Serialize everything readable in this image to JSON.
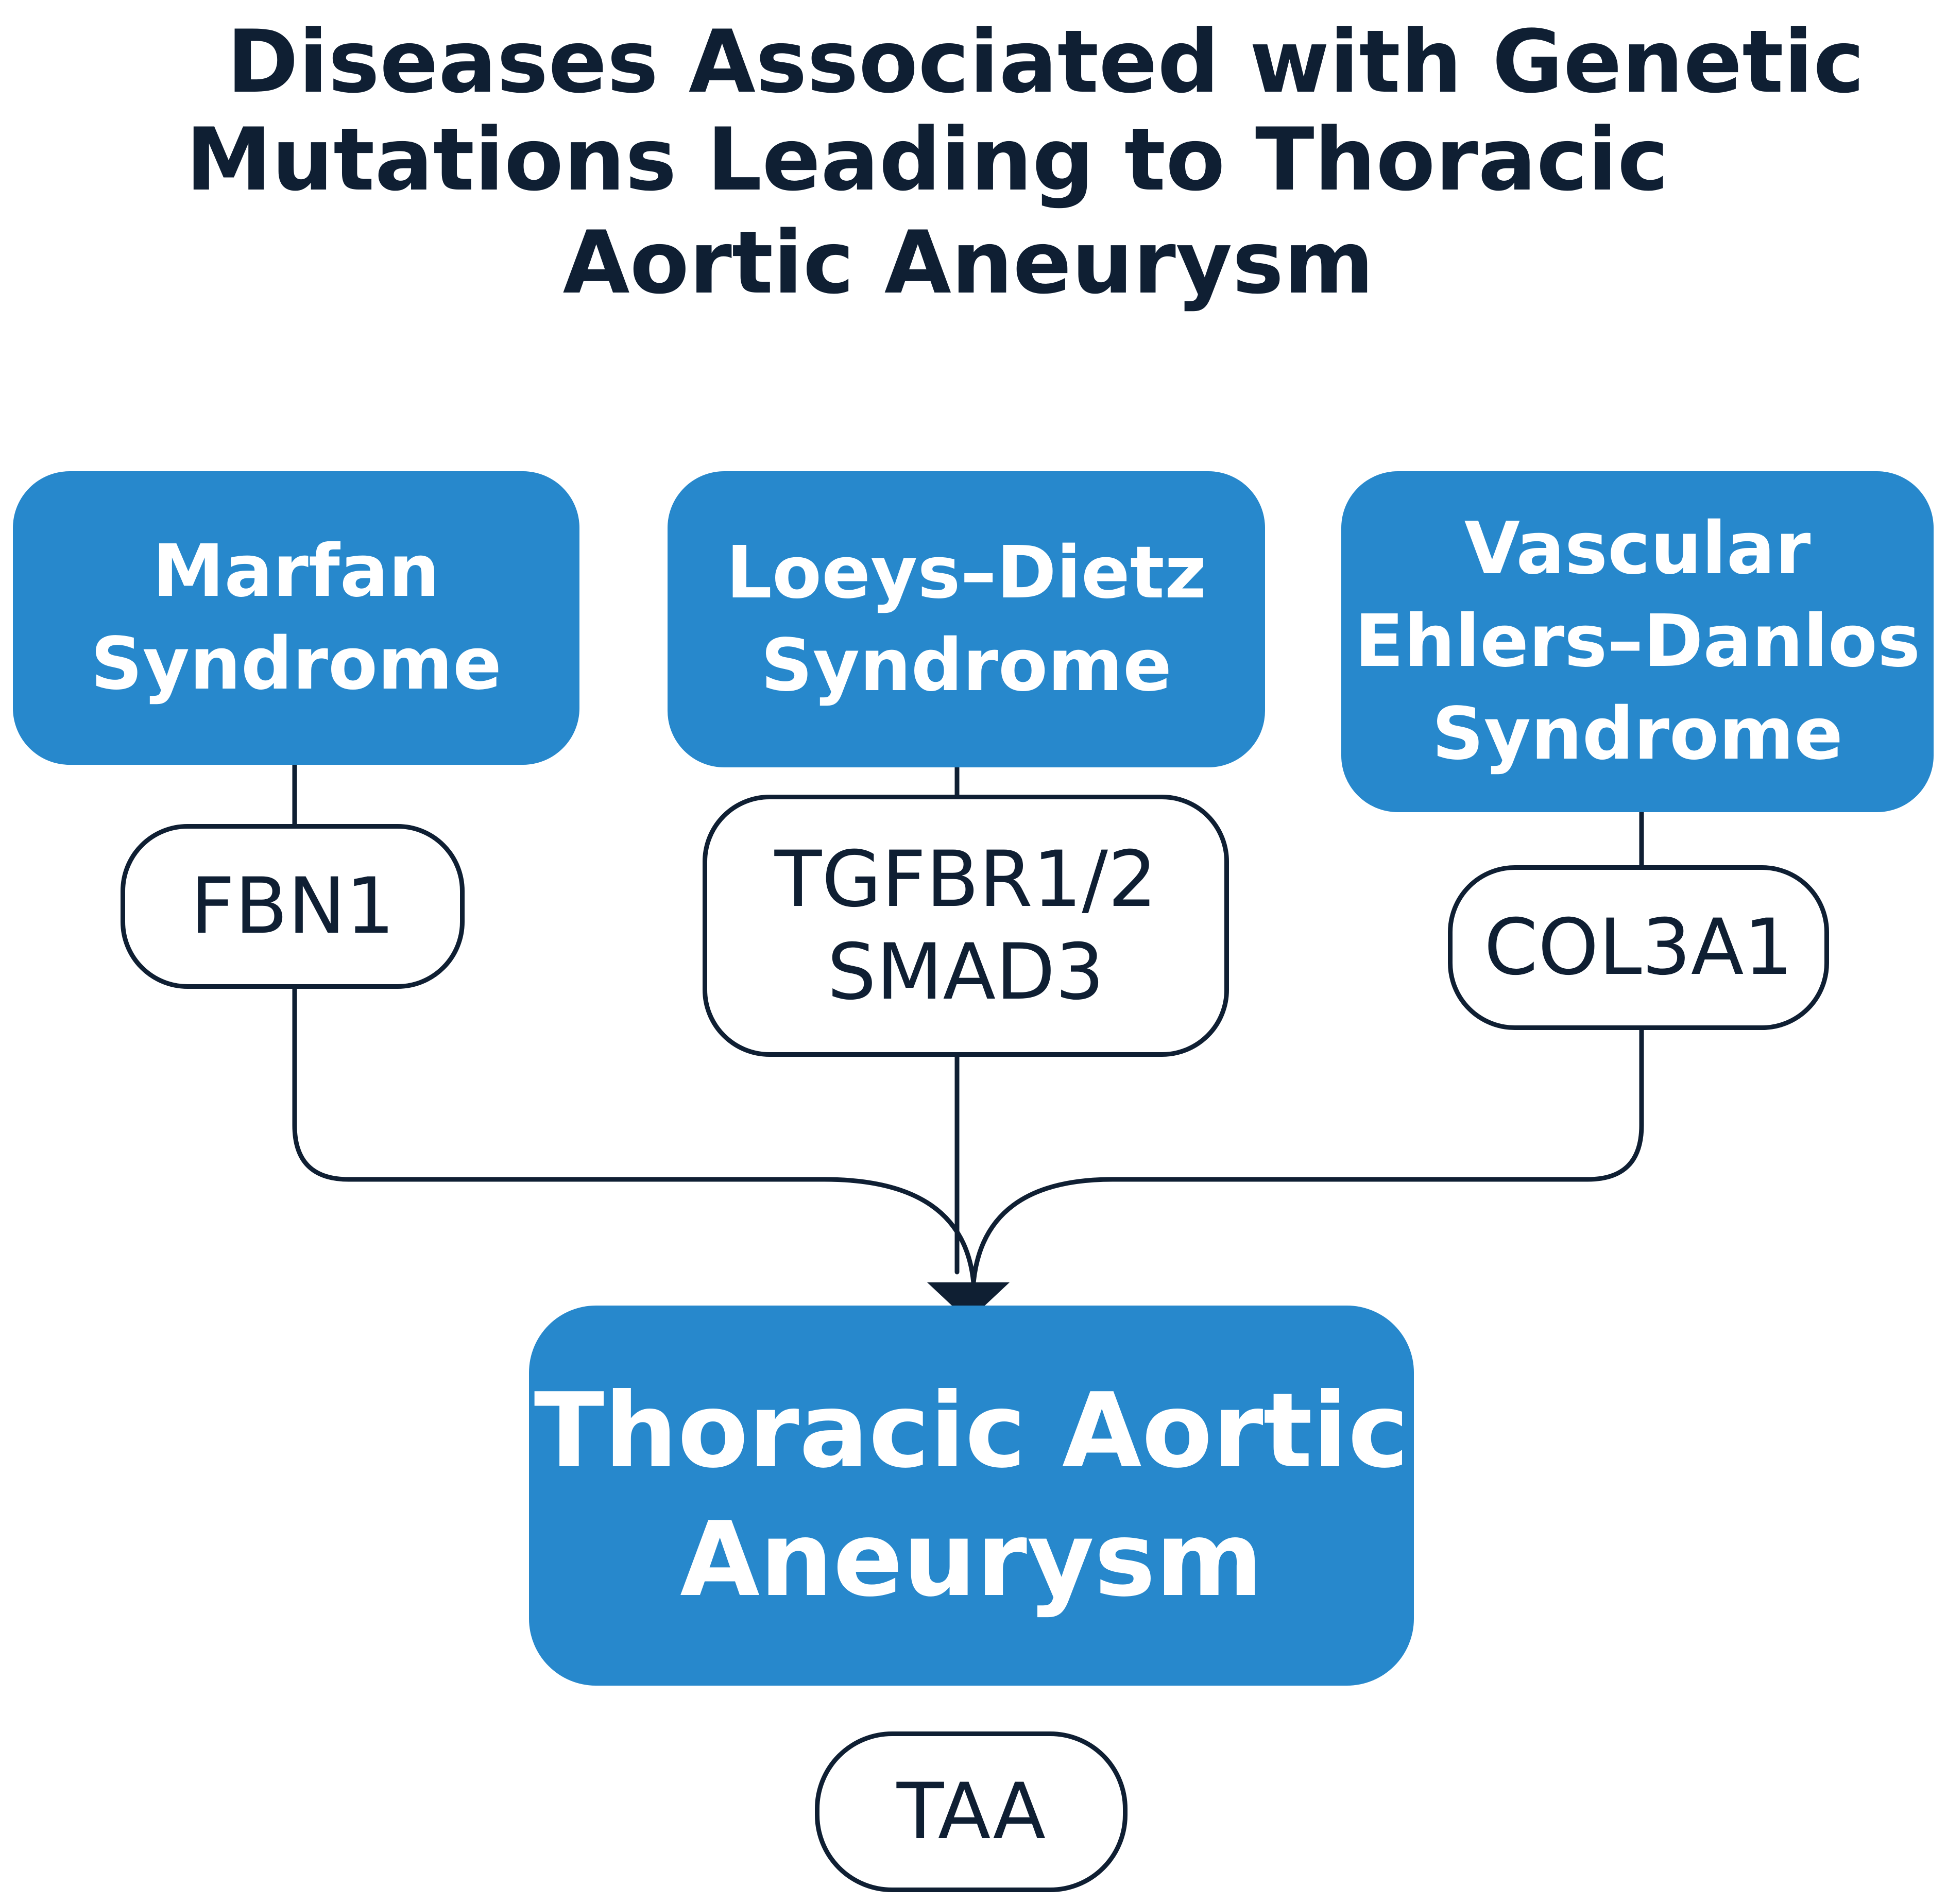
{
  "title": {
    "line1": "Diseases Associated with Genetic",
    "line2": "Mutations Leading to Thoracic",
    "line3": "Aortic Aneurysm"
  },
  "diseases": [
    {
      "name_lines": [
        "Marfan",
        "Syndrome"
      ],
      "gene_lines": [
        "FBN1"
      ]
    },
    {
      "name_lines": [
        "Loeys–Dietz",
        "Syndrome"
      ],
      "gene_lines": [
        "TGFBR1/2",
        "SMAD3"
      ]
    },
    {
      "name_lines": [
        "Vascular",
        "Ehlers–Danlos",
        "Syndrome"
      ],
      "gene_lines": [
        "COL3A1"
      ]
    }
  ],
  "outcome": {
    "name_lines": [
      "Thoracic Aortic",
      "Aneurysm"
    ],
    "abbreviation": "TAA"
  },
  "colors": {
    "box_blue": "#2788cc",
    "text_dark": "#0f1f33",
    "line_dark": "#0f1f33",
    "background": "#ffffff"
  }
}
